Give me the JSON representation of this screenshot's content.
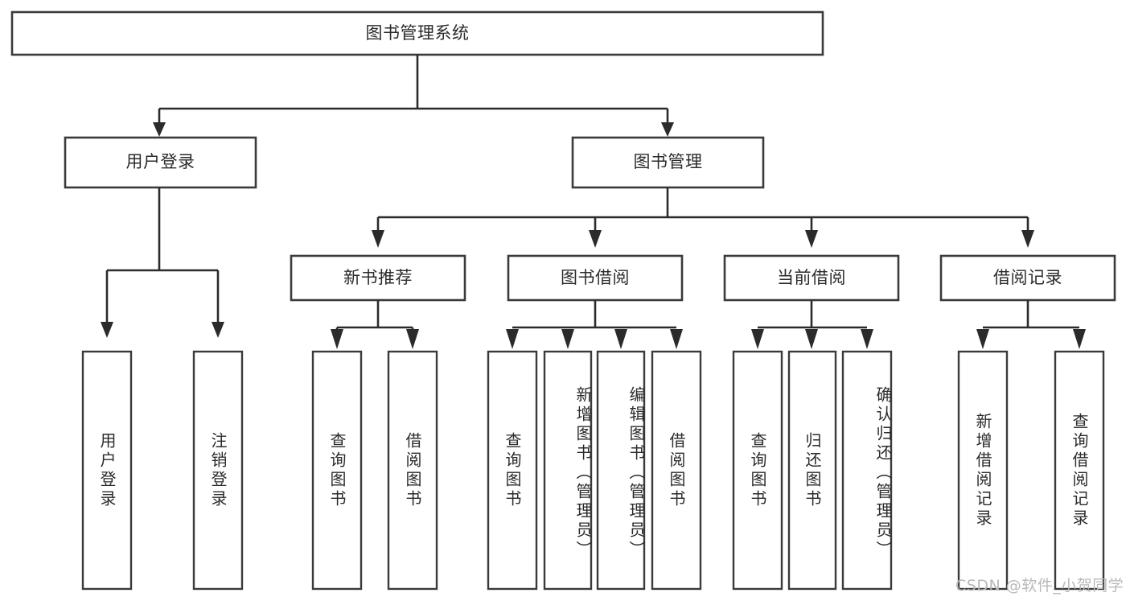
{
  "diagram": {
    "title": "图书管理系统",
    "type": "tree",
    "root": {
      "label": "图书管理系统"
    },
    "level2": [
      {
        "label": "用户登录"
      },
      {
        "label": "图书管理"
      }
    ],
    "level3": [
      {
        "label": "新书推荐"
      },
      {
        "label": "图书借阅"
      },
      {
        "label": "当前借阅"
      },
      {
        "label": "借阅记录"
      }
    ],
    "leaves": {
      "user_login": [
        {
          "label": "用户登录"
        },
        {
          "label": "注销登录"
        }
      ],
      "new_book_recommend": [
        {
          "label": "查询图书"
        },
        {
          "label": "借阅图书"
        }
      ],
      "book_borrow": [
        {
          "label": "查询图书"
        },
        {
          "label": "新增图书（管理员）"
        },
        {
          "label": "编辑图书（管理员）"
        },
        {
          "label": "借阅图书"
        }
      ],
      "current_borrow": [
        {
          "label": "查询图书"
        },
        {
          "label": "归还图书"
        },
        {
          "label": "确认归还（管理员）"
        }
      ],
      "borrow_record": [
        {
          "label": "新增借阅记录"
        },
        {
          "label": "查询借阅记录"
        }
      ]
    }
  },
  "watermark": {
    "text": "CSDN @软件_小贺同学"
  },
  "colors": {
    "background": "#ffffff",
    "box_stroke": "#3a3a3a",
    "connector": "#2b2b2b",
    "text": "#2b2b2b",
    "watermark": "#b9b9b9"
  }
}
